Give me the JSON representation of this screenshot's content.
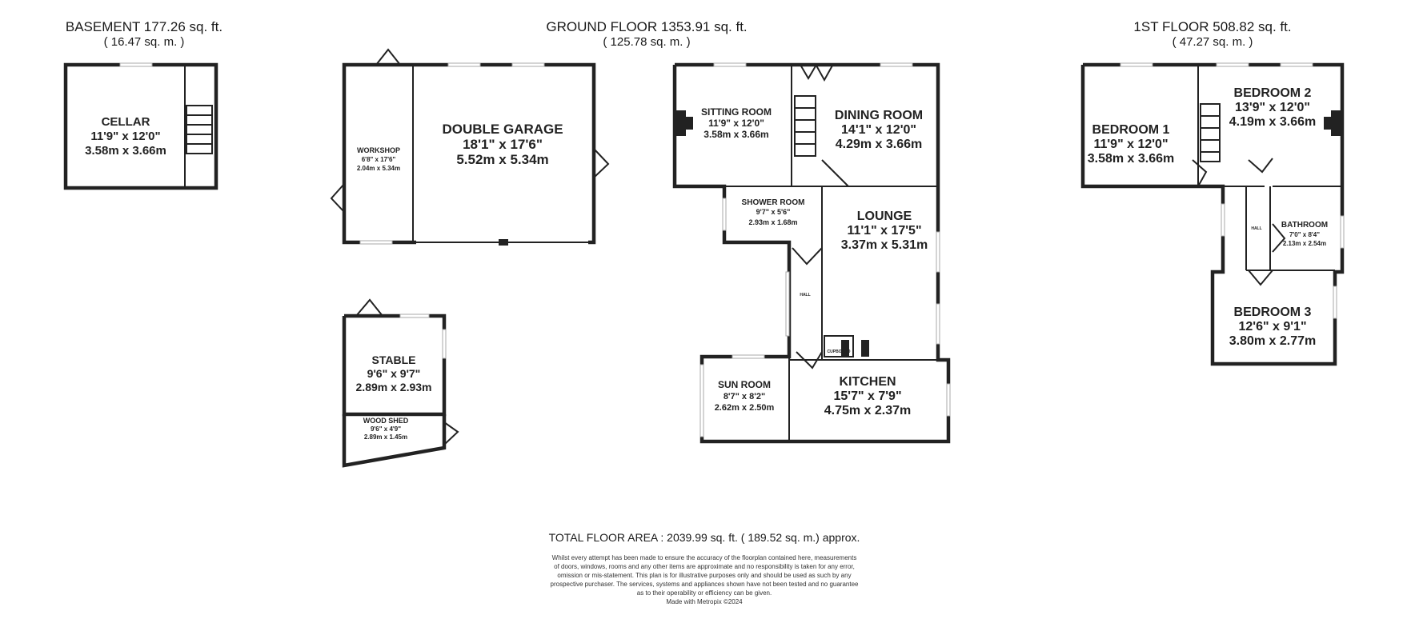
{
  "floors": {
    "basement": {
      "title": "BASEMENT 177.26 sq. ft.",
      "metric": "( 16.47 sq. m. )"
    },
    "ground": {
      "title": "GROUND FLOOR 1353.91 sq. ft.",
      "metric": "( 125.78 sq. m. )"
    },
    "first": {
      "title": "1ST FLOOR 508.82 sq. ft.",
      "metric": "( 47.27 sq. m. )"
    }
  },
  "rooms": {
    "cellar": {
      "name": "CELLAR",
      "imperial": "11'9\" x 12'0\"",
      "metric": "3.58m x 3.66m"
    },
    "workshop": {
      "name": "WORKSHOP",
      "imperial": "6'8\" x 17'6\"",
      "metric": "2.04m x 5.34m"
    },
    "garage": {
      "name": "DOUBLE GARAGE",
      "imperial": "18'1\" x 17'6\"",
      "metric": "5.52m x 5.34m"
    },
    "stable": {
      "name": "STABLE",
      "imperial": "9'6\" x 9'7\"",
      "metric": "2.89m x 2.93m"
    },
    "woodshed": {
      "name": "WOOD SHED",
      "imperial": "9'6\" x 4'9\"",
      "metric": "2.89m x 1.45m"
    },
    "sitting": {
      "name": "SITTING ROOM",
      "imperial": "11'9\" x 12'0\"",
      "metric": "3.58m x 3.66m"
    },
    "dining": {
      "name": "DINING ROOM",
      "imperial": "14'1\" x 12'0\"",
      "metric": "4.29m x 3.66m"
    },
    "shower": {
      "name": "SHOWER ROOM",
      "imperial": "9'7\" x 5'6\"",
      "metric": "2.93m x 1.68m"
    },
    "lounge": {
      "name": "LOUNGE",
      "imperial": "11'1\" x 17'5\"",
      "metric": "3.37m x 5.31m"
    },
    "hall_ground": {
      "name": "HALL"
    },
    "cupboard": {
      "name": "CUPBOARD"
    },
    "sunroom": {
      "name": "SUN ROOM",
      "imperial": "8'7\" x 8'2\"",
      "metric": "2.62m x 2.50m"
    },
    "kitchen": {
      "name": "KITCHEN",
      "imperial": "15'7\" x 7'9\"",
      "metric": "4.75m x 2.37m"
    },
    "bedroom1": {
      "name": "BEDROOM 1",
      "imperial": "11'9\" x 12'0\"",
      "metric": "3.58m x 3.66m"
    },
    "bedroom2": {
      "name": "BEDROOM 2",
      "imperial": "13'9\" x 12'0\"",
      "metric": "4.19m x 3.66m"
    },
    "hall_first": {
      "name": "HALL"
    },
    "bathroom": {
      "name": "BATHROOM",
      "imperial": "7'0\" x 8'4\"",
      "metric": "2.13m x 2.54m"
    },
    "bedroom3": {
      "name": "BEDROOM 3",
      "imperial": "12'6\" x 9'1\"",
      "metric": "3.80m x 2.77m"
    }
  },
  "total_area": "TOTAL FLOOR AREA : 2039.99 sq. ft. ( 189.52 sq. m.) approx.",
  "disclaimer": [
    "Whilst every attempt has been made to ensure the accuracy of the floorplan contained here, measurements",
    "of doors, windows, rooms and any other items are approximate and no responsibility is taken for any error,",
    "omission or mis-statement. This plan is for illustrative purposes only and should be used as such by any",
    "prospective purchaser. The services, systems and appliances shown have not been tested and no guarantee",
    "as to their operability or efficiency can be given."
  ],
  "credit": "Made with Metropix ©2024"
}
